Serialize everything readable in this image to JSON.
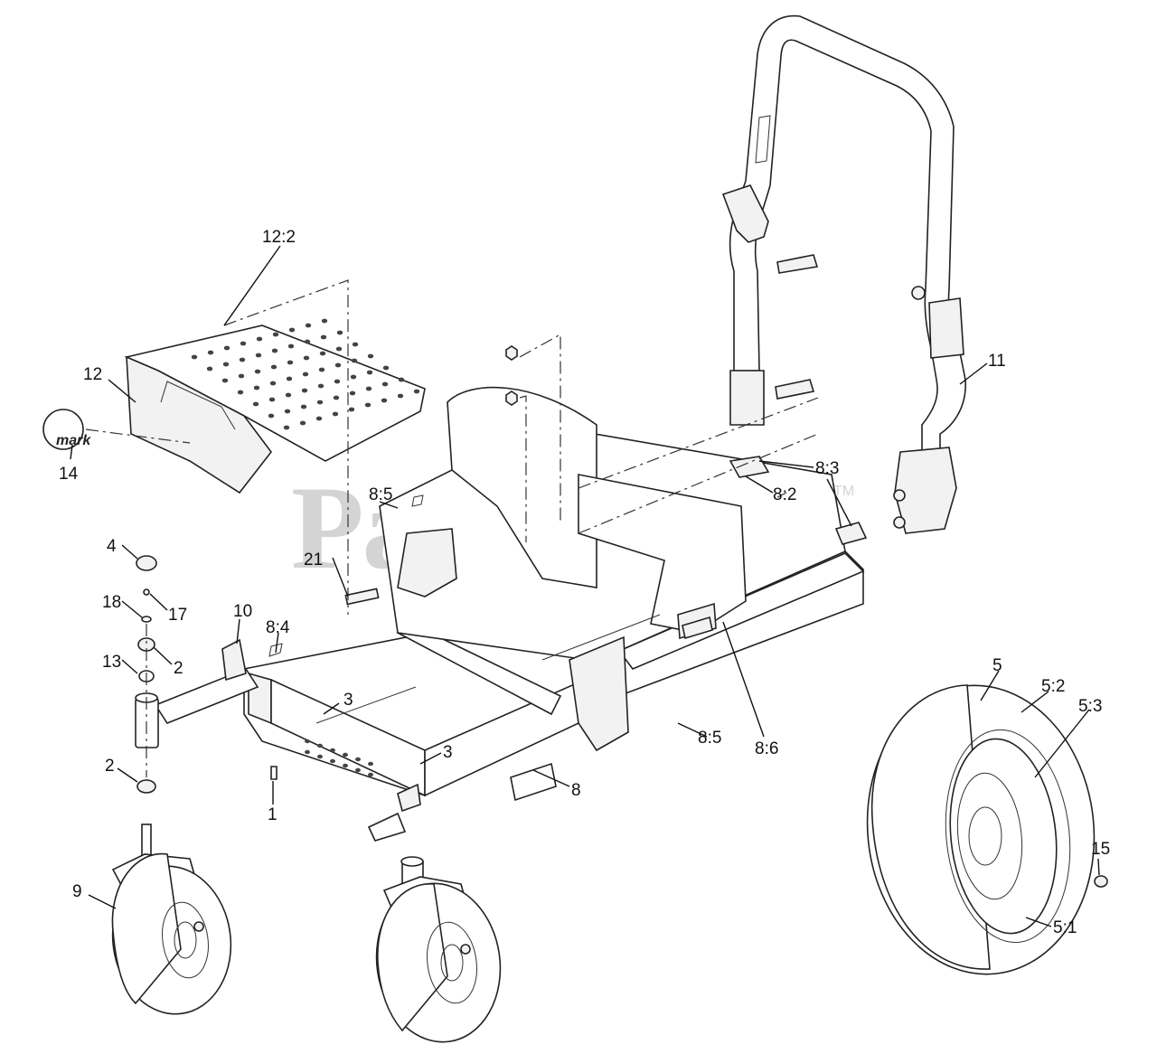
{
  "watermark": {
    "text": "PartsTree",
    "trademark": "TM"
  },
  "logo_text": "Exmark",
  "callouts": {
    "c12_2": "12:2",
    "c12": "12",
    "c14": "14",
    "c11": "11",
    "c8_3": "8:3",
    "c8_2": "8:2",
    "c8_5a": "8:5",
    "c21": "21",
    "c4": "4",
    "c18": "18",
    "c17": "17",
    "c10": "10",
    "c8_4": "8:4",
    "c13": "13",
    "c2a": "2",
    "c3a": "3",
    "c5": "5",
    "c5_2": "5:2",
    "c5_3": "5:3",
    "c8_5b": "8:5",
    "c8_6": "8:6",
    "c2b": "2",
    "c3b": "3",
    "c8": "8",
    "c1": "1",
    "c15": "15",
    "c9": "9",
    "c5_1": "5:1"
  }
}
